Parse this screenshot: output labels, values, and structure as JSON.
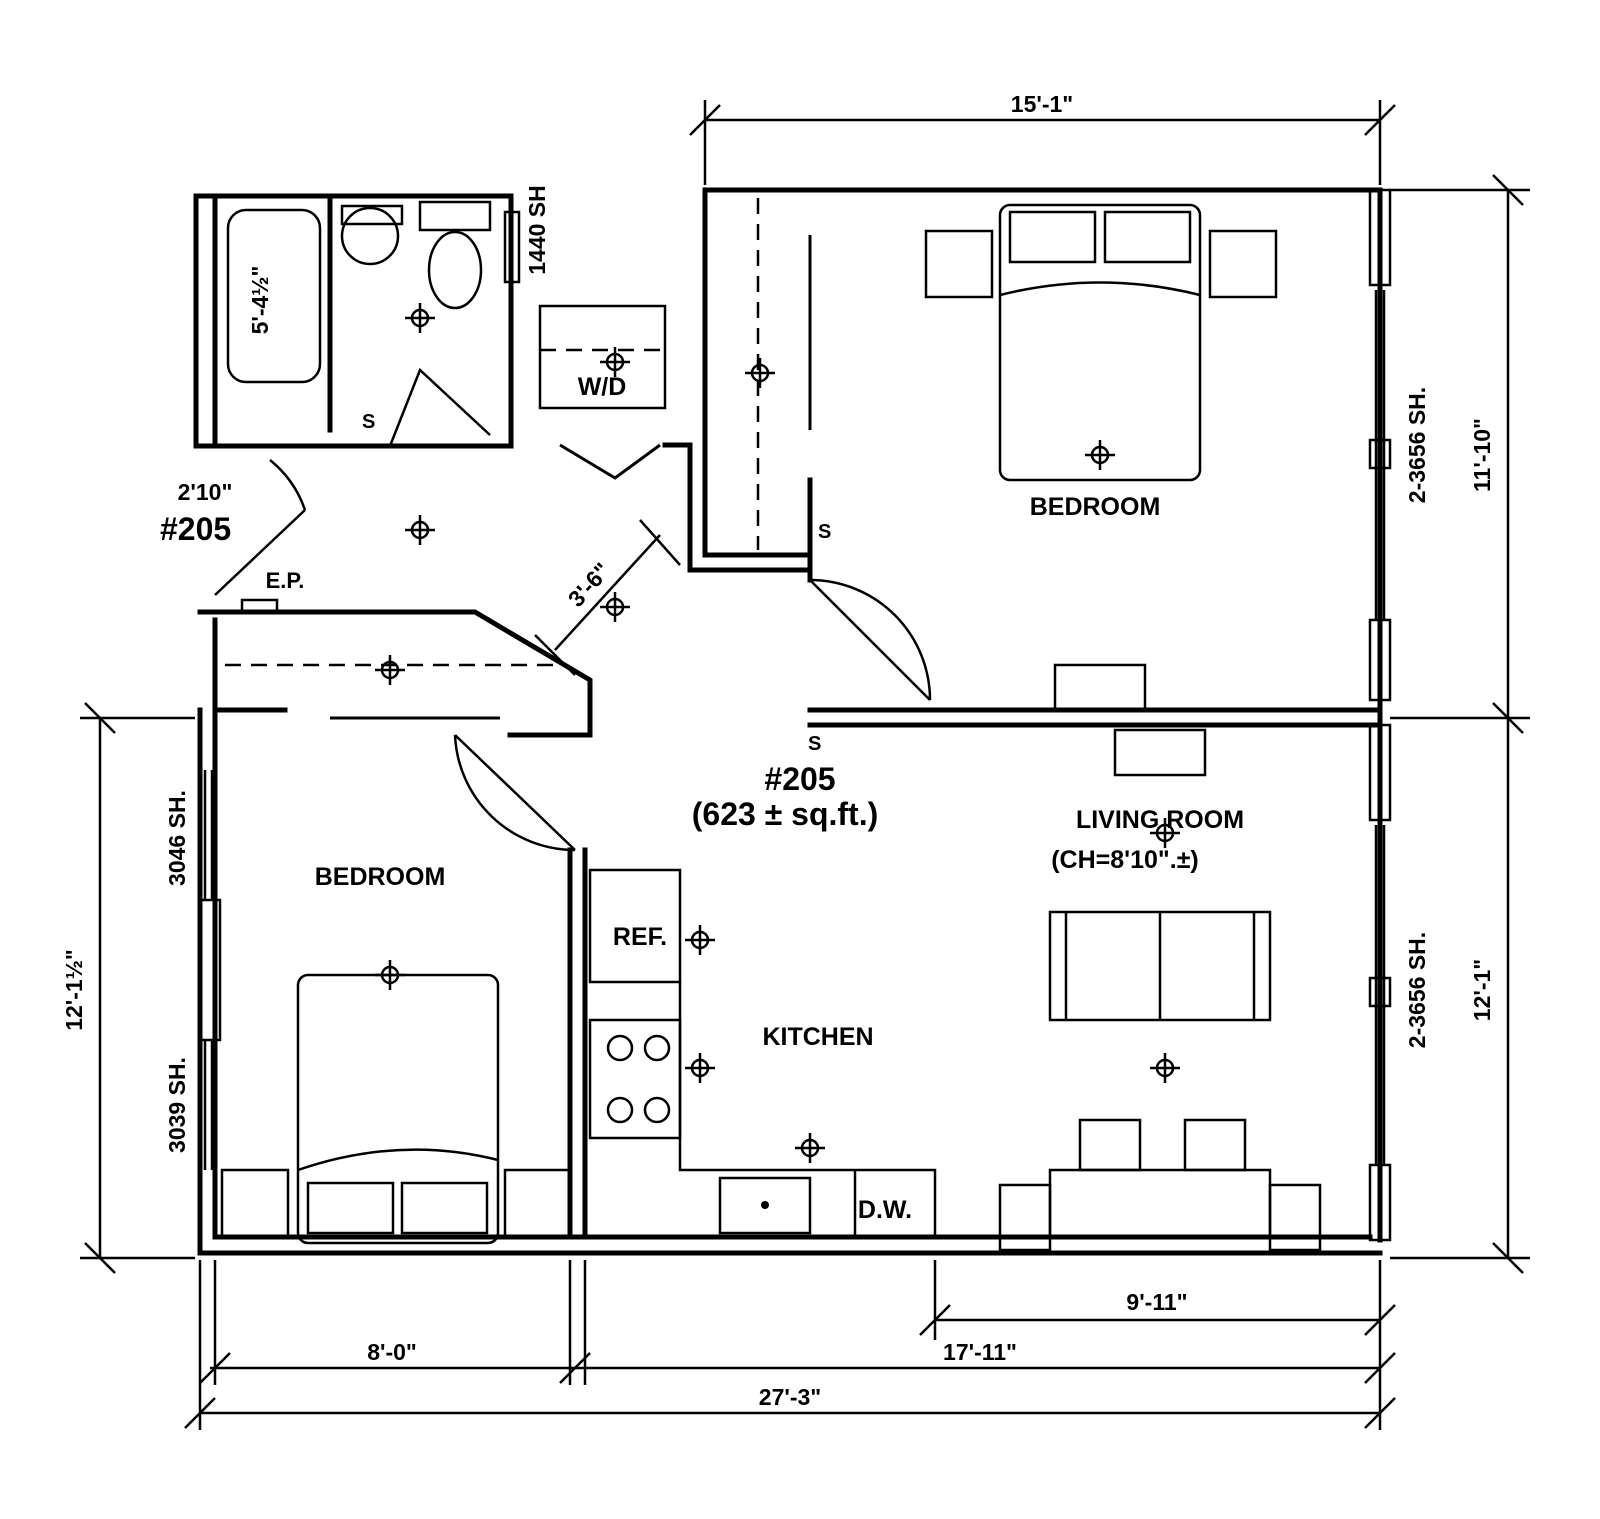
{
  "labels": {
    "unit_number_top": "#205",
    "unit_number_center": "#205",
    "area": "(623 ± sq.ft.)",
    "bedroom_right": "BEDROOM",
    "bedroom_left": "BEDROOM",
    "living_room": "LIVING ROOM",
    "ceiling_height": "(CH=8'10\".±)",
    "kitchen": "KITCHEN",
    "refrigerator": "REF.",
    "dishwasher": "D.W.",
    "washer_dryer": "W/D",
    "electrical_panel": "E.P."
  },
  "dimensions": {
    "bedroom_width": "15'-1\"",
    "bedroom_depth": "11'-10\"",
    "living_depth": "12'-1\"",
    "left_bedroom_depth": "12'-1½\"",
    "left_bedroom_width": "8'-0\"",
    "kitchen_living_width": "17'-11\"",
    "overall_width": "27'-3\"",
    "living_width_part": "9'-11\"",
    "hall_width": "3'-6\"",
    "entry_door": "2'10\"",
    "tub_length": "5'-4½\""
  },
  "windows": {
    "bath": "1440 SH",
    "right_upper": "2-3656 SH.",
    "right_lower": "2-3656 SH.",
    "left_upper": "3046 SH.",
    "left_lower": "3039 SH."
  },
  "symbols": {
    "switch": "S"
  }
}
